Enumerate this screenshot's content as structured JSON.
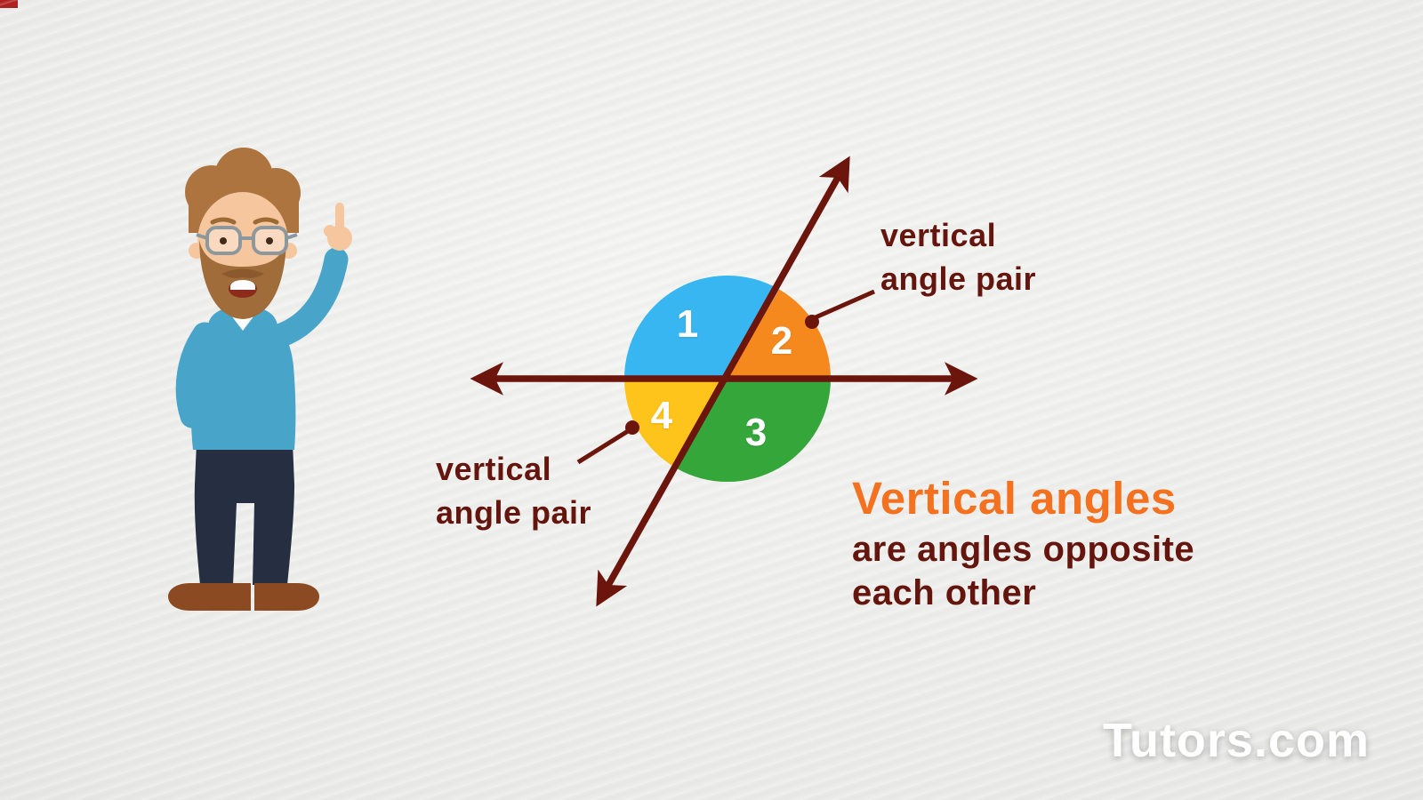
{
  "scene": {
    "background_color": "#eaeae8",
    "corner_artifact_color": "#b01c1c"
  },
  "character": {
    "description": "tutor mascot man pointing up",
    "sweater_color": "#48a4c8",
    "pants_color": "#262f41",
    "shoe_color": "#8b4a21",
    "hair_color": "#ad7440",
    "skin_color": "#f6c79e"
  },
  "diagram": {
    "line_color": "#6b150d",
    "angles": [
      {
        "num": "1",
        "color": "#38b6f1"
      },
      {
        "num": "2",
        "color": "#f6891e"
      },
      {
        "num": "3",
        "color": "#35a63a"
      },
      {
        "num": "4",
        "color": "#ffc41c"
      }
    ],
    "label_top": {
      "line1": "vertical",
      "line2": "angle pair"
    },
    "label_bottom": {
      "line1": "vertical",
      "line2": "angle pair"
    }
  },
  "caption": {
    "title": "Vertical angles",
    "title_color": "#f4711f",
    "line1": "are angles opposite",
    "line2": "each other",
    "body_color": "#64150d"
  },
  "watermark": {
    "text": "Tutors.com",
    "color": "#ffffff"
  }
}
